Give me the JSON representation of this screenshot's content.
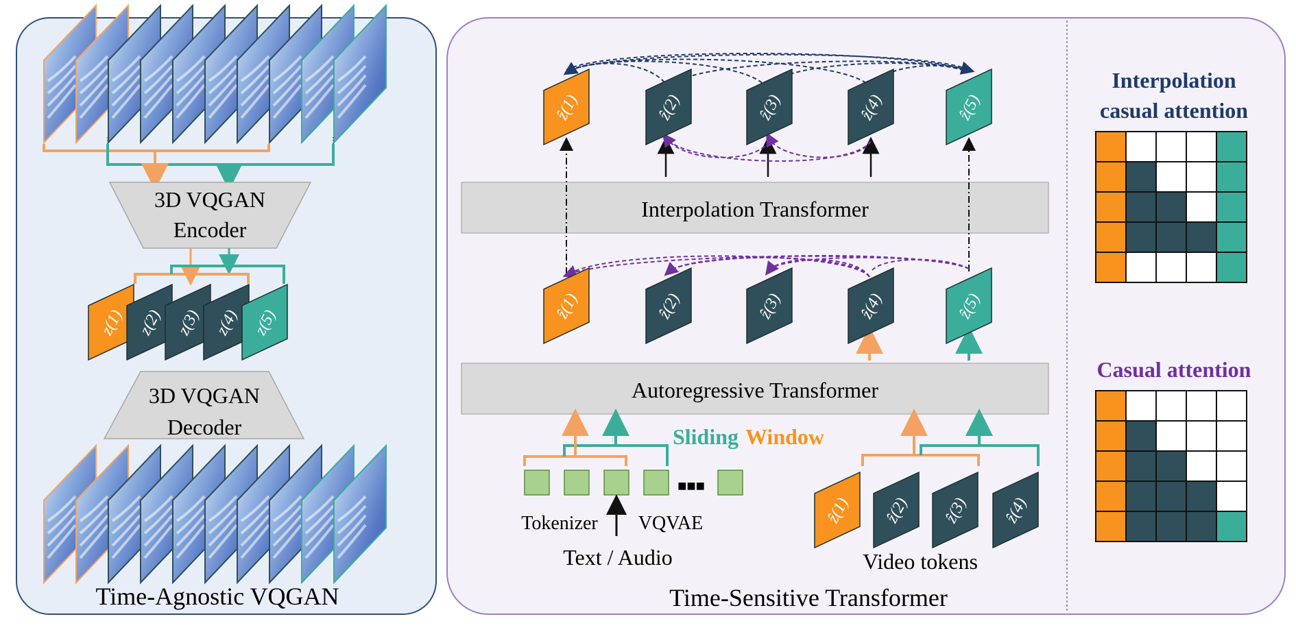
{
  "left_panel": {
    "title": "Time-Agnostic VQGAN",
    "encoder_line1": "3D VQGAN",
    "encoder_line2": "Encoder",
    "decoder_line1": "3D VQGAN",
    "decoder_line2": "Decoder",
    "latents": [
      "z(1)",
      "z(2)",
      "z(3)",
      "z(4)",
      "z(5)"
    ],
    "frame_count": 10
  },
  "right_panel": {
    "title": "Time-Sensitive Transformer",
    "interp_transformer": "Interpolation Transformer",
    "ar_transformer": "Autoregressive Transformer",
    "sliding_word1": "Sliding",
    "sliding_word2": "Window",
    "tokenizer": "Tokenizer",
    "vqvae": "VQVAE",
    "text_audio": "Text / Audio",
    "video_tokens": "Video tokens",
    "ellipsis": "■■■",
    "top_tokens": [
      "ẑ(1)",
      "ẑ(2)",
      "ẑ(3)",
      "ẑ(4)",
      "ẑ(5)"
    ],
    "mid_tokens": [
      "ẑ(1)",
      "ẑ(2)",
      "ẑ(3)",
      "ẑ(4)",
      "ẑ(5)"
    ],
    "bottom_tokens": [
      "ẑ(1)",
      "ẑ(2)",
      "ẑ(3)",
      "ẑ(4)"
    ]
  },
  "attention": {
    "interp_title_line1": "Interpolation",
    "interp_title_line2": "casual attention",
    "causal_title": "Casual attention",
    "interp_grid": [
      [
        "O",
        "W",
        "W",
        "W",
        "T"
      ],
      [
        "O",
        "D",
        "W",
        "W",
        "T"
      ],
      [
        "O",
        "D",
        "D",
        "W",
        "T"
      ],
      [
        "O",
        "D",
        "D",
        "D",
        "T"
      ],
      [
        "O",
        "W",
        "W",
        "W",
        "T"
      ]
    ],
    "causal_grid": [
      [
        "O",
        "W",
        "W",
        "W",
        "W"
      ],
      [
        "O",
        "D",
        "W",
        "W",
        "W"
      ],
      [
        "O",
        "D",
        "D",
        "W",
        "W"
      ],
      [
        "O",
        "D",
        "D",
        "D",
        "W"
      ],
      [
        "O",
        "D",
        "D",
        "D",
        "T"
      ]
    ]
  },
  "colors": {
    "orange": "#F7931E",
    "light_orange": "#F4A261",
    "teal": "#3AAE9A",
    "dark_slate": "#2F4F5A",
    "navy": "#1F3A6B",
    "purple": "#7030A0",
    "gray_box": "#DADADA",
    "green_token": "#A9D18E",
    "left_bg": "#E8EEF7",
    "right_bg": "#F4F2F8"
  }
}
